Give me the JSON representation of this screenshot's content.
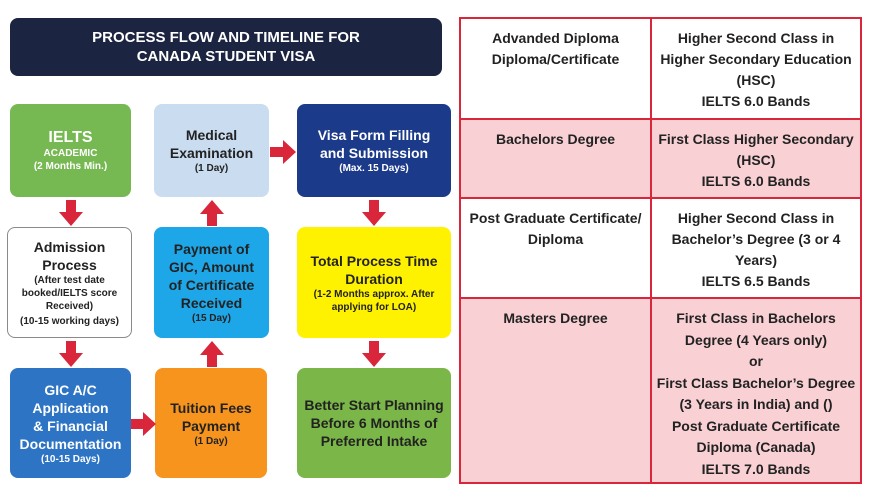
{
  "header": {
    "title_line1": "PROCESS FLOW AND TIMELINE FOR",
    "title_line2": "CANADA STUDENT VISA"
  },
  "flow": {
    "ielts": {
      "title": "IELTS",
      "sub": "ACADEMIC",
      "note": "(2 Months Min.)"
    },
    "admission": {
      "title_line1": "Admission",
      "title_line2": "Process",
      "note_line1": "(After test date",
      "note_line2": "booked/IELTS score",
      "note_line3": "Received)",
      "note_line4": "(10-15 working days)"
    },
    "gic_app": {
      "title_line1": "GIC A/C",
      "title_line2": "Application",
      "title_line3": "& Financial",
      "title_line4": "Documentation",
      "note": "(10-15 Days)"
    },
    "tuition": {
      "title_line1": "Tuition Fees",
      "title_line2": "Payment",
      "note": "(1 Day)"
    },
    "gic_payment": {
      "title_line1": "Payment of",
      "title_line2": "GIC, Amount",
      "title_line3": "of Certificate",
      "title_line4": "Received",
      "note": "(15 Day)"
    },
    "medical": {
      "title_line1": "Medical",
      "title_line2": "Examination",
      "note": "(1 Day)"
    },
    "visa": {
      "title_line1": "Visa Form Filling",
      "title_line2": "and Submission",
      "note": "(Max. 15 Days)"
    },
    "total": {
      "title_line1": "Total Process Time",
      "title_line2": "Duration",
      "note_line1": "(1-2 Months approx. After",
      "note_line2": "applying for LOA)"
    },
    "planning": {
      "title_line1": "Better Start Planning",
      "title_line2": "Before 6 Months of",
      "title_line3": "Preferred Intake"
    }
  },
  "requirements": [
    {
      "left": [
        "Advanded Diploma",
        "Diploma/Certificate"
      ],
      "right": [
        "Higher Second Class in",
        "Higher Secondary Education",
        "(HSC)",
        "IELTS 6.0 Bands"
      ]
    },
    {
      "left": [
        "Bachelors Degree"
      ],
      "right": [
        "First Class Higher Secondary",
        "(HSC)",
        "IELTS 6.0 Bands"
      ]
    },
    {
      "left": [
        "Post Graduate Certificate/",
        "Diploma"
      ],
      "right": [
        "Higher Second Class in",
        "Bachelor’s Degree (3 or 4",
        "Years)",
        "IELTS 6.5 Bands"
      ]
    },
    {
      "left": [
        "Masters Degree"
      ],
      "right": [
        "First Class in Bachelors",
        "Degree (4 Years only)",
        "or",
        "First Class Bachelor’s Degree",
        "(3 Years in India) and ()",
        "Post Graduate Certificate",
        "Diploma (Canada)",
        "IELTS 7.0 Bands"
      ]
    }
  ],
  "colors": {
    "arrow": "#d9263a",
    "table_border": "#d9263a",
    "pink_row": "#f9d0d4",
    "title_bg": "#1b2440"
  }
}
